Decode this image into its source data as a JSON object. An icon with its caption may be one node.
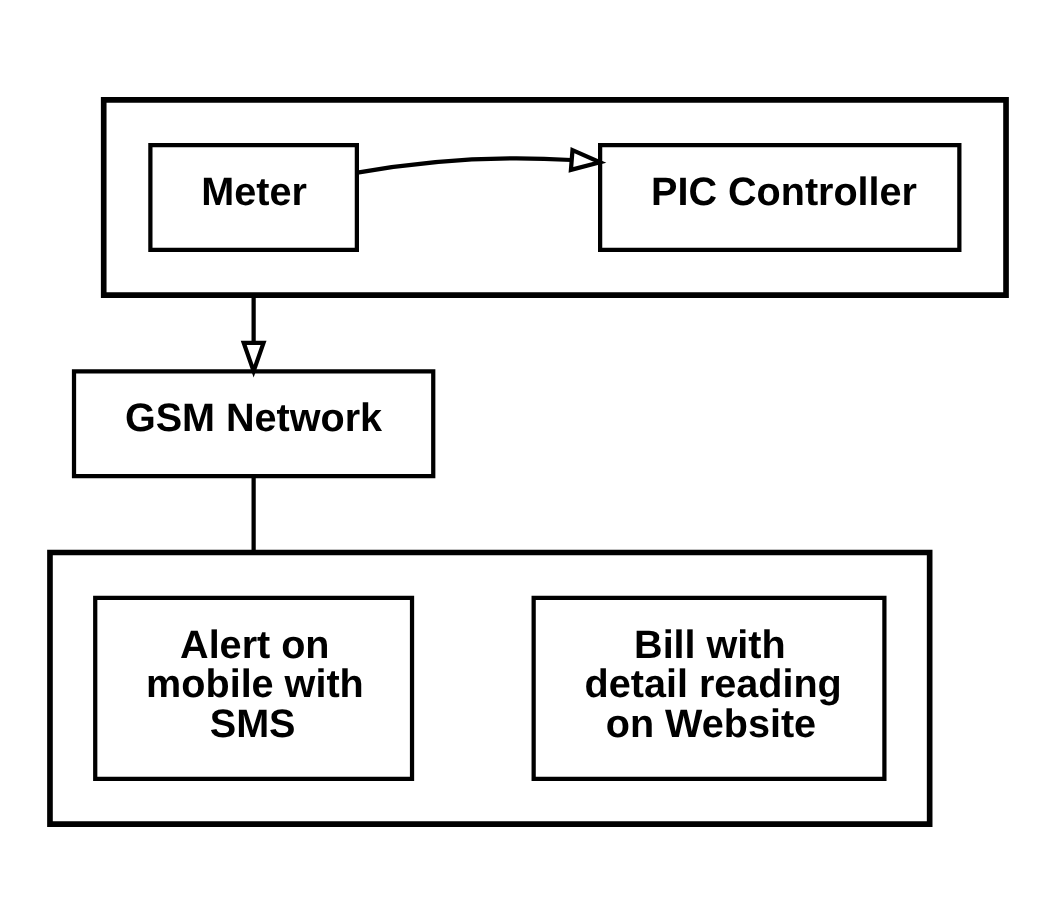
{
  "diagram": {
    "nodes": [
      {
        "text": [],
        "shape": "box"
      },
      {
        "text": [
          "Meter"
        ],
        "in": 0
      },
      {
        "text": [
          "PIC Controller"
        ],
        "in": 0
      },
      {
        "text": [
          "GSM Network"
        ]
      },
      {
        "text": [],
        "shape": "box"
      },
      {
        "text": [
          "Alert on mobile with SMS"
        ],
        "in": 4
      },
      {
        "text": [
          "Bill with detail reading on Website"
        ],
        "in": 4
      }
    ],
    "edges": [
      {
        "from": 1,
        "to": 2,
        "arrow": "to"
      },
      {
        "from": 0,
        "to": 3,
        "arrow": "to"
      },
      {
        "from": 3,
        "to": 4,
        "arrow": "none"
      }
    ]
  }
}
